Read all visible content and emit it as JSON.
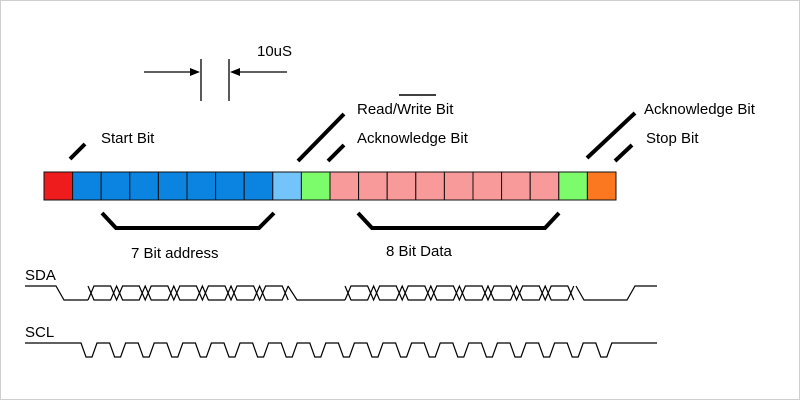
{
  "timing": {
    "label": "10uS"
  },
  "labels": {
    "start_bit": "Start Bit",
    "read_write_bit": "Read/Write Bit",
    "acknowledge_bit_1": "Acknowledge Bit",
    "acknowledge_bit_2": "Acknowledge Bit",
    "stop_bit": "Stop Bit",
    "address": "7 Bit address",
    "data": "8 Bit Data"
  },
  "signals": {
    "sda": "SDA",
    "scl": "SCL"
  },
  "frame": {
    "bits": [
      {
        "role": "start",
        "color": "#ee1c1c"
      },
      {
        "role": "address",
        "color": "#0a84e0"
      },
      {
        "role": "address",
        "color": "#0a84e0"
      },
      {
        "role": "address",
        "color": "#0a84e0"
      },
      {
        "role": "address",
        "color": "#0a84e0"
      },
      {
        "role": "address",
        "color": "#0a84e0"
      },
      {
        "role": "address",
        "color": "#0a84e0"
      },
      {
        "role": "address",
        "color": "#0a84e0"
      },
      {
        "role": "read-write",
        "color": "#74c4fc"
      },
      {
        "role": "acknowledge",
        "color": "#7cfc6a"
      },
      {
        "role": "data",
        "color": "#f99a9a"
      },
      {
        "role": "data",
        "color": "#f99a9a"
      },
      {
        "role": "data",
        "color": "#f99a9a"
      },
      {
        "role": "data",
        "color": "#f99a9a"
      },
      {
        "role": "data",
        "color": "#f99a9a"
      },
      {
        "role": "data",
        "color": "#f99a9a"
      },
      {
        "role": "data",
        "color": "#f99a9a"
      },
      {
        "role": "data",
        "color": "#f99a9a"
      },
      {
        "role": "acknowledge",
        "color": "#7cfc6a"
      },
      {
        "role": "stop",
        "color": "#fc7820"
      }
    ]
  }
}
